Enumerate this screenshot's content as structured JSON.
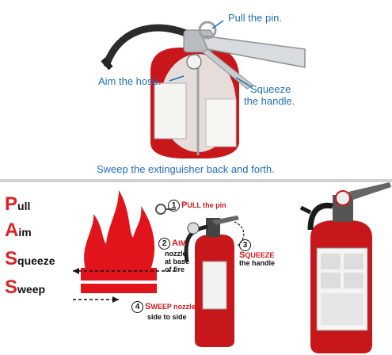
{
  "top": {
    "callouts": {
      "pull": "Pull the pin.",
      "aim": "Aim the hose.",
      "squeeze_1": "Squeeze",
      "squeeze_2": "the handle.",
      "sweep": "Sweep the extinguisher back and forth."
    }
  },
  "bottom": {
    "acronym": [
      {
        "letter": "P",
        "rest": "ull"
      },
      {
        "letter": "A",
        "rest": "im"
      },
      {
        "letter": "S",
        "rest": "queeze"
      },
      {
        "letter": "S",
        "rest": "weep"
      }
    ],
    "steps": {
      "pull": {
        "num": "1",
        "cap": "P",
        "text": "ULL the pin"
      },
      "aim": {
        "num": "2",
        "cap": "A",
        "text_1": "IM",
        "text_2": "nozzle",
        "text_3": "at base",
        "text_4": "of fire"
      },
      "squeeze": {
        "num": "3",
        "cap": "S",
        "text_1": "QUEEZE",
        "text_2": "the handle"
      },
      "sweep": {
        "num": "4",
        "cap": "S",
        "text_1": "WEEP nozzle",
        "text_2": "side to side"
      }
    }
  },
  "colors": {
    "callout_blue": "#1f6fb5",
    "extinguisher_red": "#c8171b",
    "flame_red": "#e0141a"
  }
}
